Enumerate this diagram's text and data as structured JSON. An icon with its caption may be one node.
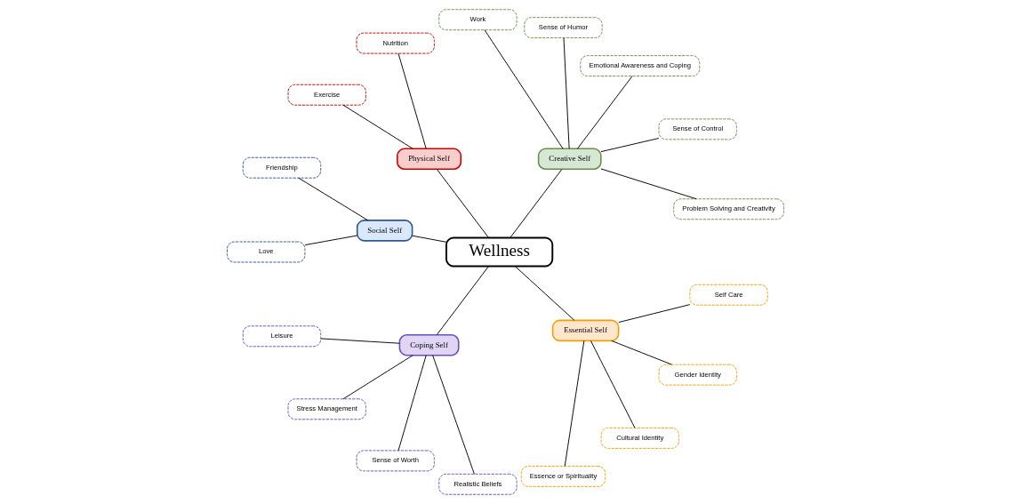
{
  "diagram": {
    "nodes": [
      {
        "text": [
          "Wellness"
        ]
      },
      {
        "text": [
          "Creative Self"
        ]
      },
      {
        "text": [
          "Physical Self"
        ]
      },
      {
        "text": [
          "Social Self"
        ]
      },
      {
        "text": [
          "Coping Self"
        ]
      },
      {
        "text": [
          "Essential Self"
        ]
      },
      {
        "text": [
          "Problem Solving and Creativity"
        ]
      },
      {
        "text": [
          "Sense of Control"
        ]
      },
      {
        "text": [
          "Emotional Awareness and Coping"
        ]
      },
      {
        "text": [
          "Sense of Humor"
        ]
      },
      {
        "text": [
          "Work"
        ]
      },
      {
        "text": [
          "Nutrition"
        ]
      },
      {
        "text": [
          "Exercise"
        ]
      },
      {
        "text": [
          "Friendship"
        ]
      },
      {
        "text": [
          "Love"
        ]
      },
      {
        "text": [
          "Leisure"
        ]
      },
      {
        "text": [
          "Stress Management"
        ]
      },
      {
        "text": [
          "Sense of Worth"
        ]
      },
      {
        "text": [
          "Realistic Beliefs"
        ]
      },
      {
        "text": [
          "Essence or Spirituality"
        ]
      },
      {
        "text": [
          "Cultural Identity"
        ]
      },
      {
        "text": [
          "Gender Identity"
        ]
      },
      {
        "text": [
          "Self Care"
        ]
      }
    ],
    "edges": [
      {
        "from": 0,
        "to": 1,
        "arrow": "none"
      },
      {
        "from": 0,
        "to": 2,
        "arrow": "none"
      },
      {
        "from": 0,
        "to": 3,
        "arrow": "none"
      },
      {
        "from": 0,
        "to": 4,
        "arrow": "none"
      },
      {
        "from": 0,
        "to": 5,
        "arrow": "none"
      },
      {
        "from": 1,
        "to": 6,
        "arrow": "none"
      },
      {
        "from": 1,
        "to": 7,
        "arrow": "none"
      },
      {
        "from": 1,
        "to": 8,
        "arrow": "none"
      },
      {
        "from": 1,
        "to": 9,
        "arrow": "none"
      },
      {
        "from": 1,
        "to": 10,
        "arrow": "none"
      },
      {
        "from": 2,
        "to": 11,
        "arrow": "none"
      },
      {
        "from": 2,
        "to": 12,
        "arrow": "none"
      },
      {
        "from": 3,
        "to": 13,
        "arrow": "none"
      },
      {
        "from": 3,
        "to": 14,
        "arrow": "none"
      },
      {
        "from": 4,
        "to": 15,
        "arrow": "none"
      },
      {
        "from": 4,
        "to": 16,
        "arrow": "none"
      },
      {
        "from": 4,
        "to": 17,
        "arrow": "none"
      },
      {
        "from": 4,
        "to": 18,
        "arrow": "none"
      },
      {
        "from": 5,
        "to": 19,
        "arrow": "none"
      },
      {
        "from": 5,
        "to": 20,
        "arrow": "none"
      },
      {
        "from": 5,
        "to": 21,
        "arrow": "none"
      },
      {
        "from": 5,
        "to": 22,
        "arrow": "none"
      }
    ]
  }
}
